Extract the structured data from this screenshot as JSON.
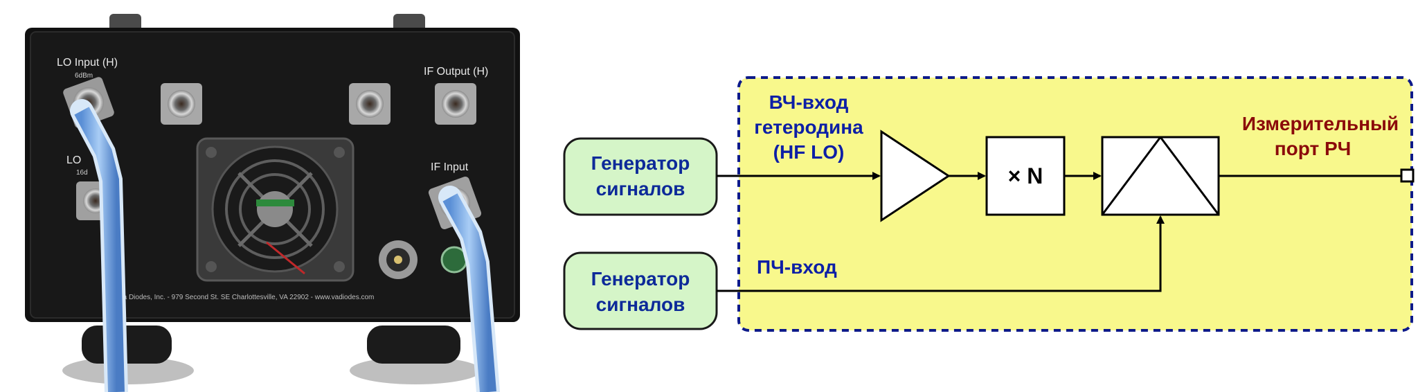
{
  "photo": {
    "description_labels": {
      "lo_input": "LO Input (H)",
      "lo_level": "6dBm",
      "if_output": "IF Output (H)",
      "lo_l": "LO",
      "lo_l_level": "16d",
      "if_input": "IF Input",
      "footer": "Virginia Diodes, Inc. - 979 Second St. SE Charlottesville, VA 22902 - www.vadiodes.com"
    }
  },
  "diagram": {
    "generator_top": {
      "line1": "Генератор",
      "line2": "сигналов"
    },
    "generator_bottom": {
      "line1": "Генератор",
      "line2": "сигналов"
    },
    "hf_lo_label": {
      "line1": "ВЧ-вход",
      "line2": "гетеродина",
      "line3": "(HF LO)"
    },
    "if_input_label": "ПЧ-вход",
    "multiplier_label": "× N",
    "rf_port_label": {
      "line1": "Измерительный",
      "line2": "порт РЧ"
    },
    "colors": {
      "generator_fill": "#d5f5c8",
      "generator_stroke": "#1a1a1a",
      "generator_text": "#0d2a99",
      "region_fill": "#f8f88c",
      "region_border": "#0d1a8a",
      "blue_label": "#0d1fa6",
      "red_label": "#8b0a0a",
      "wire": "#000000"
    }
  }
}
